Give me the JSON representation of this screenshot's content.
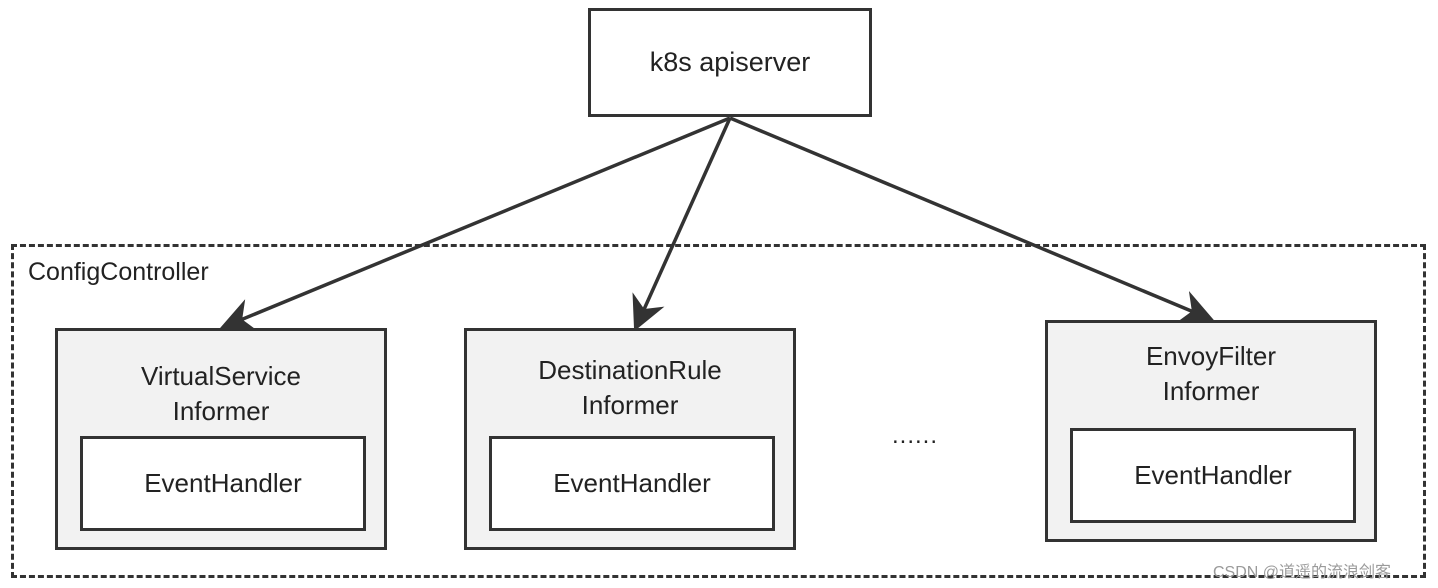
{
  "apiserver": {
    "label": "k8s apiserver"
  },
  "controller": {
    "label": "ConfigController"
  },
  "informers": [
    {
      "title_line1": "VirtualService",
      "title_line2": "Informer",
      "handler": "EventHandler"
    },
    {
      "title_line1": "DestinationRule",
      "title_line2": "Informer",
      "handler": "EventHandler"
    },
    {
      "title_line1": "EnvoyFilter",
      "title_line2": "Informer",
      "handler": "EventHandler"
    }
  ],
  "ellipsis": "......",
  "watermark": "CSDN @道遥的流浪剑客",
  "colors": {
    "stroke": "#333333",
    "informer_fill": "#f2f2f2",
    "background": "#ffffff"
  }
}
